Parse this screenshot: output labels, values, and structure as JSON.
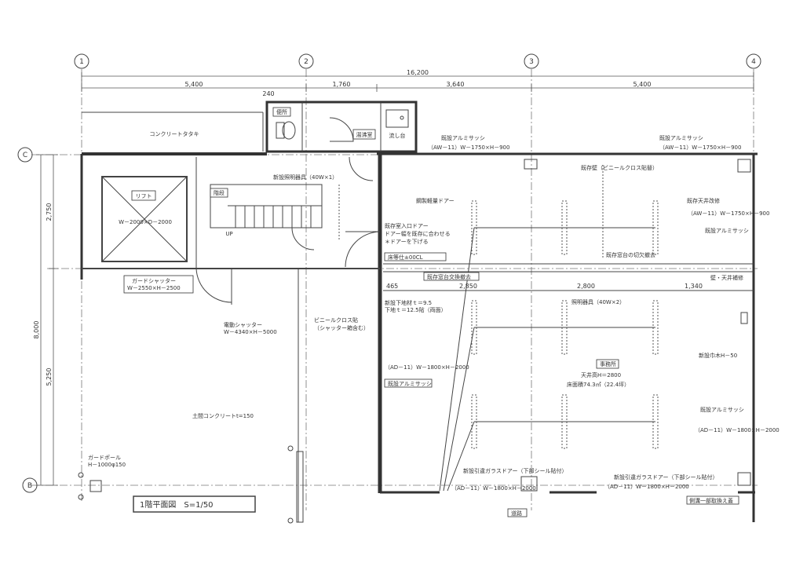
{
  "axes": {
    "columns": [
      "1",
      "2",
      "3",
      "4"
    ],
    "rows": [
      "C",
      "B"
    ]
  },
  "dimensions": {
    "top_total": "16,200",
    "top_spans": [
      "5,400",
      "1,760",
      "3,640",
      "5,400"
    ],
    "top_small": "240",
    "left_total": "8,000",
    "left_spans": [
      "2,750",
      "5,250"
    ],
    "mid_spans": [
      "465",
      "2,850",
      "2,800",
      "1,340"
    ]
  },
  "labels": {
    "concrete_slab": "コンクリートタタキ",
    "lift": "リフト",
    "lift_spec": "W－2000×D－2000",
    "stairs": "階段",
    "up": "UP",
    "toilet": "便所",
    "boiler_room": "湯沸室",
    "sink": "流し台",
    "shutter_left": "ガードシャッター",
    "shutter_left_spec": "W－2550×H－2500",
    "shutter_mid": "電動シャッター",
    "shutter_mid_spec": "W－4340×H－5000",
    "vinyl_cloth": "ビニールクロス貼",
    "vinyl_cloth_sub": "（シャッター箱含む）",
    "floor_concrete": "土間コンクリートt=150",
    "guard_pole": "ガードポール",
    "guard_pole_spec": "H－1000φ150",
    "title_box": "1階平面図　S=1/50",
    "entrance_light": "新設照明器具（40W×1）",
    "entrance_door": "既存室入口ドアー",
    "entrance_door_sub": "ドアー幅を既存に合わせる",
    "entrance_door_sub2": "＊ドアーを下げる",
    "floor_level": "床等仕±00CL",
    "new_frame": "既存窓台交換撤去",
    "steel_door": "鋼製軽量ドアー",
    "aluminum_sash_a": "既設アルミサッシ",
    "aluminum_sash_b": "既設アルミサッシ",
    "aluminum_sash_c": "既設アルミサッシ",
    "aluminum_sash_d": "既設アルミサッシ",
    "aluminum_sash_e": "既設アルミサッシ",
    "wall_finish": "既存壁（ビニールクロス貼替）",
    "ceiling_change": "既存天井改修",
    "window_remove": "既存窓台の切欠撤去",
    "ceiling_light": "照明器具（40W×2）",
    "wall_rail": "新設下地材ｔ＝9.5",
    "wall_rail_sub": "下地ｔ＝12.5貼（両面）",
    "office": "事務所",
    "ceiling_height": "天井高H＝2800",
    "floor_area": "床面積74.3㎡（22.4坪）",
    "skirting": "新設巾木H－50",
    "new_window": "新設引違ガラスドアー（下部シール貼付）",
    "new_window_b": "新設引違ガラスドアー（下部シール貼付）",
    "window_spec_a": "（AD－11）W－1800×H－2000",
    "window_spec_b": "（AD－11）W－1800×H－2000",
    "window_spec_c": "（AW－11）W－1750×H－900",
    "window_spec_d": "（AW－11）W－1750×H－900",
    "window_spec_e": "（AW－11）W－1750×H－900",
    "window_spec_f": "（AD－11）W－1800×H－2000",
    "side_gap": "壁・天井補修",
    "street": "道路",
    "drain_cover": "側溝一部取換え蓋"
  }
}
